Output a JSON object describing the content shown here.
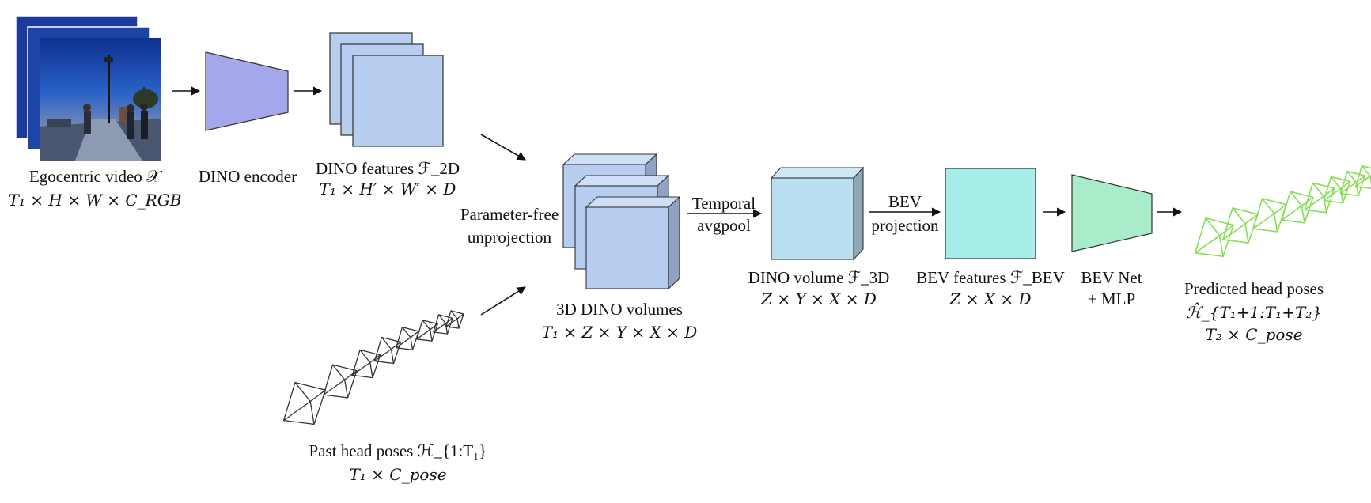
{
  "nodes": {
    "video": {
      "label": "Egocentric video 𝒳",
      "dims": "T₁ × H × W × C_RGB"
    },
    "encoder": {
      "label": "DINO encoder"
    },
    "features2d": {
      "label": "DINO features ℱ_2D",
      "dims": "T₁ × H′ × W′ × D"
    },
    "unproj": {
      "line1": "Parameter-free",
      "line2": "unprojection"
    },
    "volumes3d": {
      "label": "3D DINO volumes",
      "dims": "T₁ × Z × Y × X × D"
    },
    "temporal": {
      "line1": "Temporal",
      "line2": "avgpool"
    },
    "volume3d": {
      "label": "DINO volume ℱ_3D",
      "dims": "Z × Y × X × D"
    },
    "bevproj": {
      "line1": "BEV",
      "line2": "projection"
    },
    "bevfeat": {
      "label": "BEV features ℱ_BEV",
      "dims": "Z × X × D"
    },
    "bevnet": {
      "line1": "BEV Net",
      "line2": "+ MLP"
    },
    "pred": {
      "label": "Predicted head poses",
      "symbol": "ℋ̂_{T₁+1:T₁+T₂}",
      "dims": "T₂ × C_pose"
    },
    "past": {
      "label": "Past head poses ℋ_{1:T₁}",
      "dims": "T₁ × C_pose"
    }
  },
  "colors": {
    "encoder": "#a4a7ea",
    "features": "#b7cef0",
    "volumes": "#b7cef0",
    "volume3d": "#b8dff0",
    "bevfeat": "#a6ece8",
    "bevnet": "#a8ecc9",
    "pred_pose": "#88dd55",
    "past_pose": "#333333",
    "video_sky": "#1a3fa0"
  },
  "icons": [
    "video-frame-image",
    "past-pose-frustum-icon",
    "pred-pose-frustum-icon"
  ]
}
